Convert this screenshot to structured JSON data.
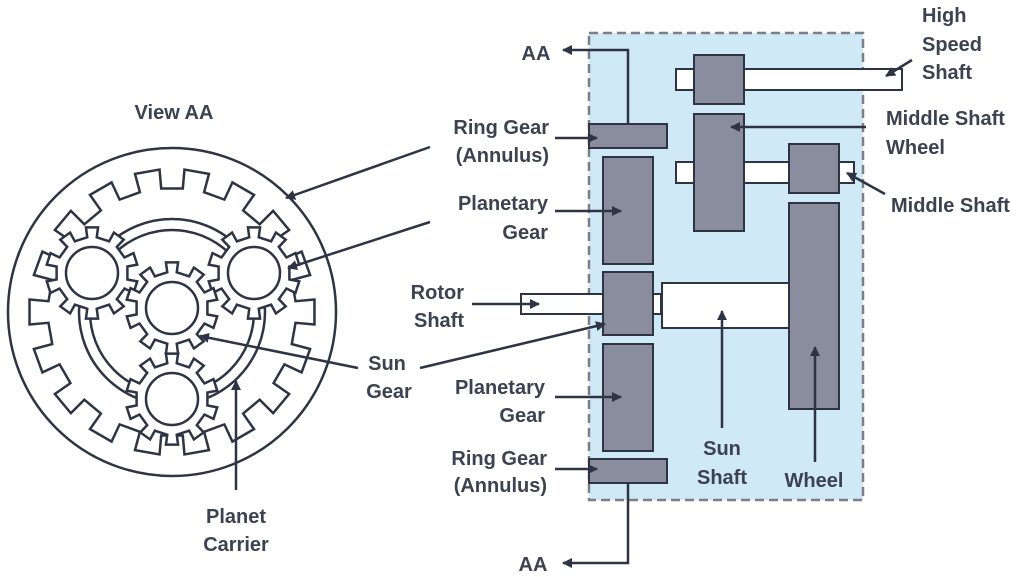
{
  "colors": {
    "stroke": "#2f3444",
    "gear_fill": "#8a8d9d",
    "housing_fill": "#cfe9f7",
    "housing_border": "#7a7f8c",
    "label": "#3d4250"
  },
  "icons": {
    "arrow": "arrowhead"
  },
  "view": {
    "title": "View AA"
  },
  "labels": {
    "aa_top": "AA",
    "aa_bottom": "AA",
    "high_speed_shaft": [
      "High",
      "Speed",
      "Shaft"
    ],
    "ring_gear_top": [
      "Ring Gear",
      "(Annulus)"
    ],
    "middle_shaft_wheel": [
      "Middle Shaft",
      "Wheel"
    ],
    "middle_shaft": "Middle Shaft",
    "planetary_gear_top": [
      "Planetary",
      "Gear"
    ],
    "rotor_shaft": [
      "Rotor",
      "Shaft"
    ],
    "sun_gear": [
      "Sun",
      "Gear"
    ],
    "planetary_gear_bottom": [
      "Planetary",
      "Gear"
    ],
    "ring_gear_bottom": [
      "Ring Gear",
      "(Annulus)"
    ],
    "sun_shaft": [
      "Sun",
      "Shaft"
    ],
    "wheel": "Wheel",
    "planet_carrier": [
      "Planet",
      "Carrier"
    ]
  }
}
